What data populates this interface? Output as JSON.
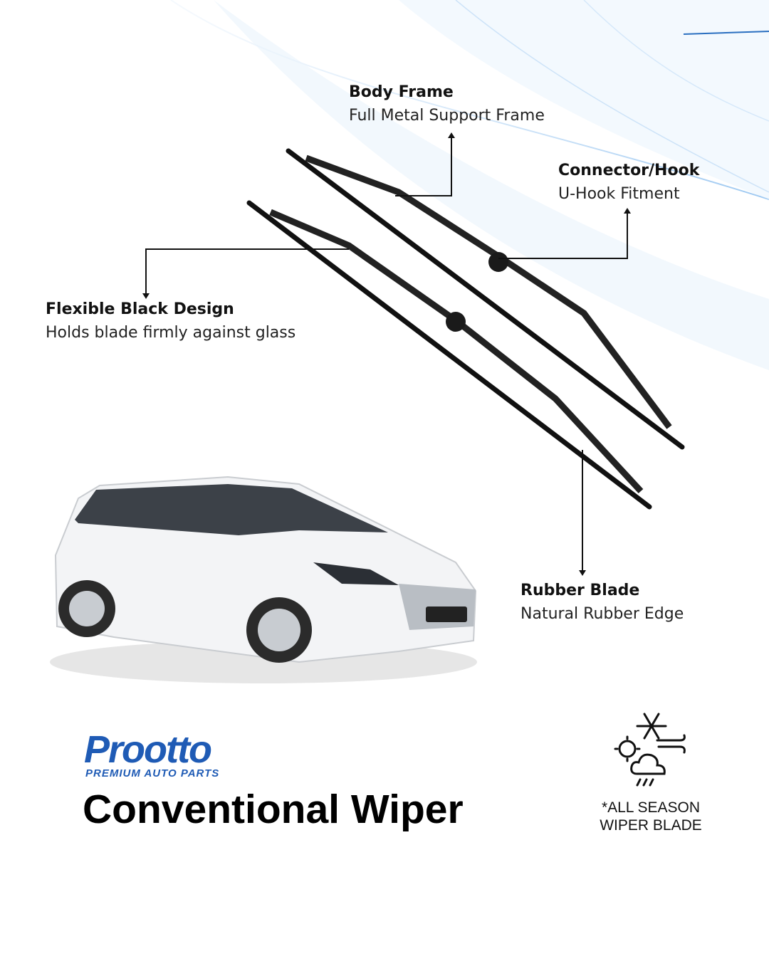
{
  "callouts": {
    "body_frame": {
      "title": "Body Frame",
      "subtitle": "Full Metal Support Frame"
    },
    "connector": {
      "title": "Connector/Hook",
      "subtitle": "U-Hook Fitment"
    },
    "flexible": {
      "title": "Flexible Black Design",
      "subtitle": "Holds blade firmly against glass"
    },
    "rubber": {
      "title": "Rubber Blade",
      "subtitle": "Natural Rubber Edge"
    }
  },
  "brand": {
    "name": "Prootto",
    "tagline": "PREMIUM AUTO PARTS",
    "color": "#1f5bb5"
  },
  "product_title": "Conventional Wiper",
  "season_badge": {
    "line1": "*ALL SEASON",
    "line2": "WIPER BLADE",
    "icon": "all-weather-icon"
  }
}
